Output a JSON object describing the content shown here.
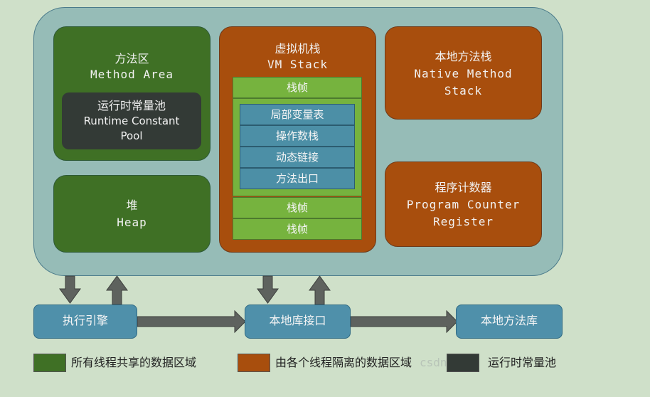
{
  "method_area": {
    "zh": "方法区",
    "en": "Method Area"
  },
  "constant_pool": {
    "zh": "运行时常量池",
    "en_line1": "Runtime Constant",
    "en_line2": "Pool"
  },
  "heap": {
    "zh": "堆",
    "en": "Heap"
  },
  "vm_stack": {
    "zh": "虚拟机栈",
    "en": "VM Stack",
    "frame_label": "栈帧",
    "frame_items": [
      "局部变量表",
      "操作数栈",
      "动态链接",
      "方法出口"
    ]
  },
  "native_stack": {
    "zh": "本地方法栈",
    "en_line1": "Native Method",
    "en_line2": "Stack"
  },
  "pc_register": {
    "zh": "程序计数器",
    "en_line1": "Program Counter",
    "en_line2": "Register"
  },
  "execution_engine": "执行引擎",
  "native_interface": "本地库接口",
  "native_library": "本地方法库",
  "legend": {
    "shared": "所有线程共享的数据区域",
    "isolated": "由各个线程隔离的数据区域",
    "pool": "运行时常量池"
  },
  "watermark": "csdn.ne",
  "colors": {
    "shared_green": "#3f7025",
    "isolated_orange": "#a84e0d",
    "pool_dark": "#333a36",
    "component_blue": "#4f90aa",
    "frame_green": "#76b33e",
    "arrow_gray": "#5e625e"
  }
}
